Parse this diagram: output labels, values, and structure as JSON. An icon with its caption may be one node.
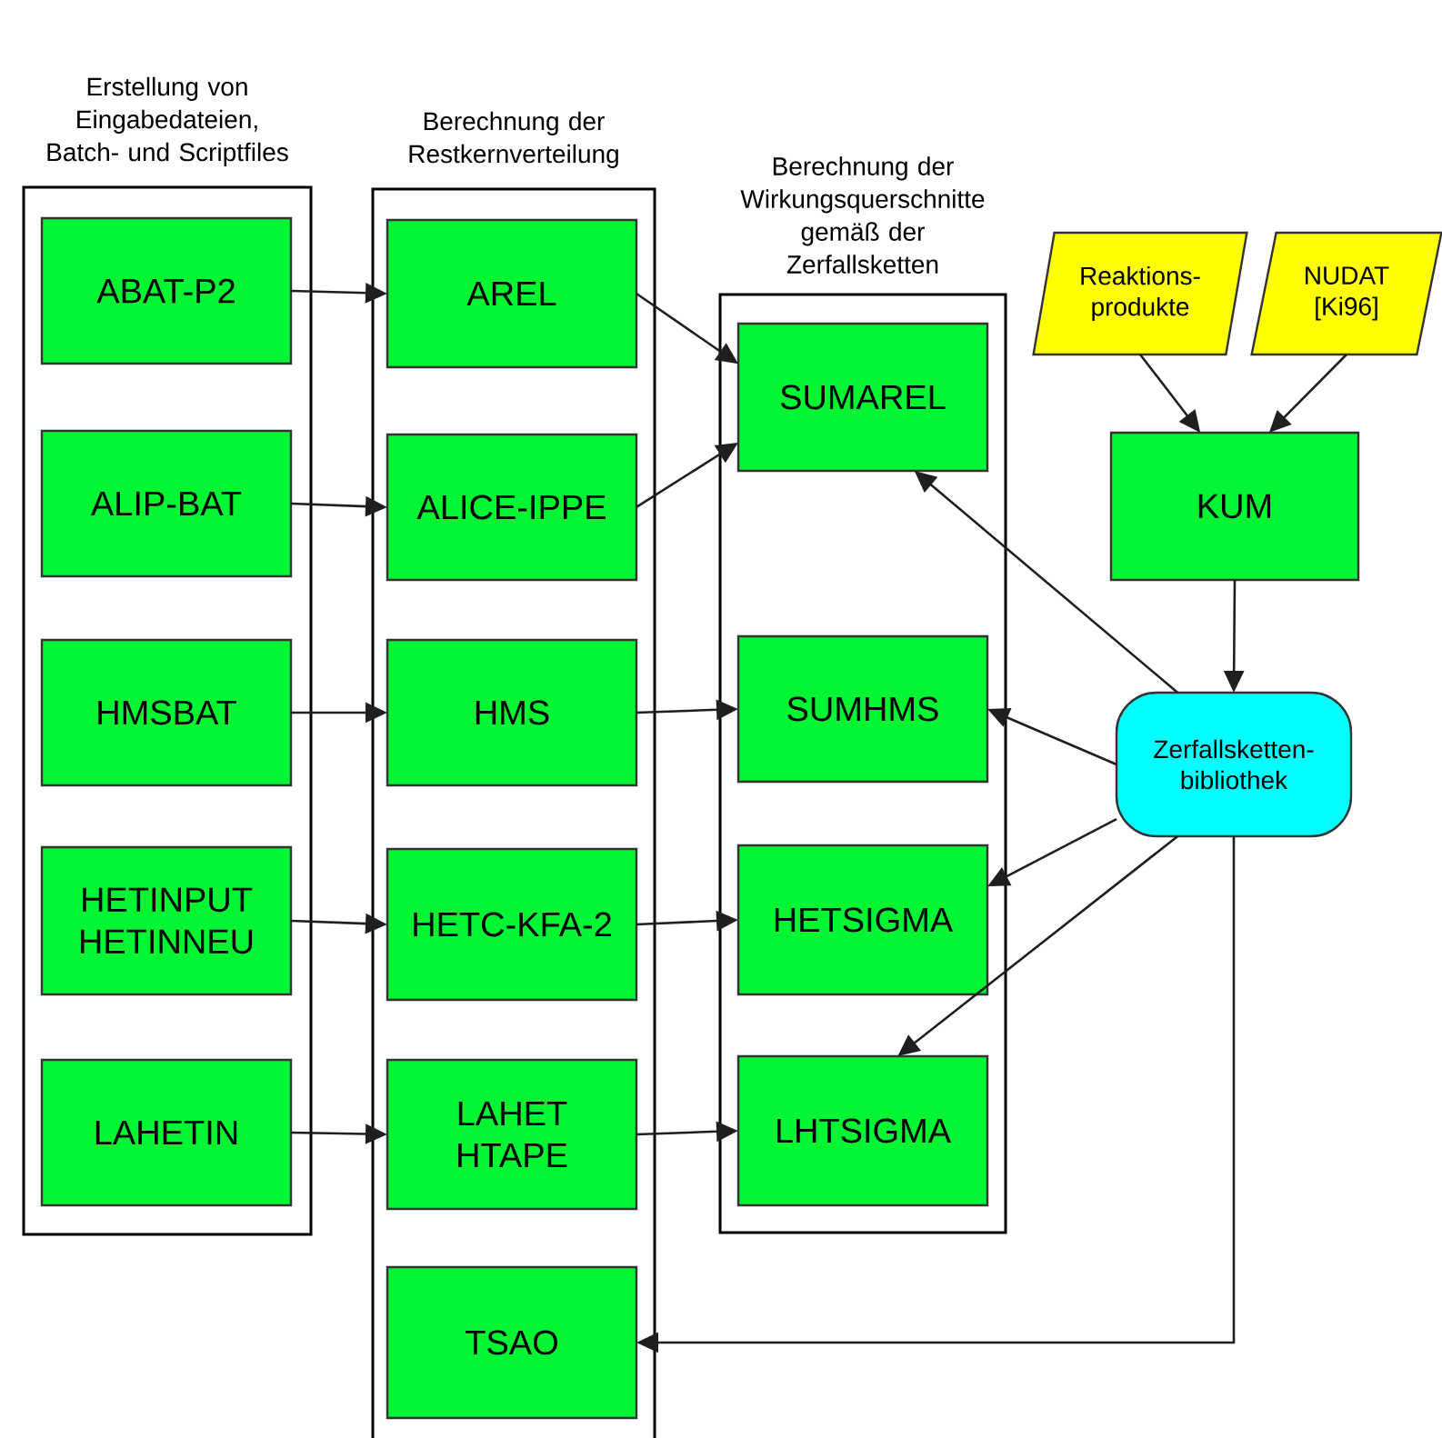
{
  "diagram": {
    "nodes": [
      {
        "text": [
          "Erstellung von Eingabedateien, Batch- und Scriptfiles"
        ]
      },
      {
        "text": [
          "ABAT-P2"
        ],
        "in": 0
      },
      {
        "text": [
          "ALIP-BAT"
        ],
        "in": 0
      },
      {
        "text": [
          "HMSBAT"
        ],
        "in": 0
      },
      {
        "text": [
          "HETINPUT HETINNEU"
        ],
        "in": 0
      },
      {
        "text": [
          "LAHETIN"
        ],
        "in": 0
      },
      {
        "text": [
          "Berechnung der Restkernverteilung"
        ]
      },
      {
        "text": [
          "AREL"
        ],
        "in": 6
      },
      {
        "text": [
          "ALICE-IPPE"
        ],
        "in": 6
      },
      {
        "text": [
          "HMS"
        ],
        "in": 6
      },
      {
        "text": [
          "HETC-KFA-2"
        ],
        "in": 6
      },
      {
        "text": [
          "LAHET HTAPE"
        ],
        "in": 6
      },
      {
        "text": [
          "TSAO"
        ],
        "in": 6
      },
      {
        "text": [
          "Berechnung der Wirkungsquerschnitte gemäß der Zerfallsketten"
        ]
      },
      {
        "text": [
          "SUMAREL"
        ],
        "in": 13
      },
      {
        "text": [
          "SUMHMS"
        ],
        "in": 13
      },
      {
        "text": [
          "HETSIGMA"
        ],
        "in": 13
      },
      {
        "text": [
          "LHTSIGMA"
        ],
        "in": 13
      },
      {
        "text": [
          "Reaktions- produkte"
        ]
      },
      {
        "text": [
          "NUDAT [Ki96]"
        ]
      },
      {
        "text": [
          "KUM"
        ]
      },
      {
        "text": [
          "Zerfallsketten- bibliothek"
        ]
      }
    ],
    "edges": [
      {
        "from": 1,
        "to": 7,
        "arrow": "to"
      },
      {
        "from": 2,
        "to": 8,
        "arrow": "to"
      },
      {
        "from": 3,
        "to": 9,
        "arrow": "to"
      },
      {
        "from": 4,
        "to": 10,
        "arrow": "to"
      },
      {
        "from": 5,
        "to": 11,
        "arrow": "to"
      },
      {
        "from": 7,
        "to": 14,
        "arrow": "to"
      },
      {
        "from": 8,
        "to": 14,
        "arrow": "to"
      },
      {
        "from": 9,
        "to": 15,
        "arrow": "to"
      },
      {
        "from": 10,
        "to": 16,
        "arrow": "to"
      },
      {
        "from": 11,
        "to": 17,
        "arrow": "to"
      },
      {
        "from": 18,
        "to": 20,
        "arrow": "to"
      },
      {
        "from": 19,
        "to": 20,
        "arrow": "to"
      },
      {
        "from": 20,
        "to": 21,
        "arrow": "to"
      },
      {
        "from": 21,
        "to": 14,
        "arrow": "to"
      },
      {
        "from": 21,
        "to": 15,
        "arrow": "to"
      },
      {
        "from": 21,
        "to": 16,
        "arrow": "to"
      },
      {
        "from": 21,
        "to": 17,
        "arrow": "to"
      },
      {
        "from": 21,
        "to": 12,
        "arrow": "to"
      }
    ]
  }
}
